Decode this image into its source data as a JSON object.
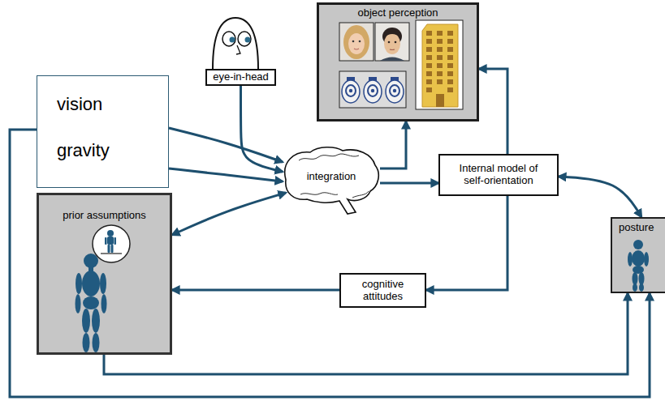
{
  "diagram": {
    "nodes": [
      {
        "text": [
          "vision",
          "gravity"
        ]
      },
      {
        "text": [
          "eye-in-head"
        ]
      },
      {
        "text": [
          "object perception"
        ]
      },
      {
        "text": [
          "integration"
        ]
      },
      {
        "text": [
          "Internal model of self-orientation"
        ]
      },
      {
        "text": [
          "prior assumptions"
        ]
      },
      {
        "text": [
          "cognitive attitudes"
        ]
      },
      {
        "text": [
          "posture"
        ]
      }
    ],
    "edges": [
      {
        "from": 0,
        "to": 3,
        "arrow": "to"
      },
      {
        "from": 0,
        "to": 3,
        "arrow": "to"
      },
      {
        "from": 1,
        "to": 3,
        "arrow": "to"
      },
      {
        "from": 5,
        "to": 3,
        "arrow": "both"
      },
      {
        "from": 3,
        "to": 2,
        "arrow": "to"
      },
      {
        "from": 3,
        "to": 4,
        "arrow": "to"
      },
      {
        "from": 4,
        "to": 2,
        "arrow": "to"
      },
      {
        "from": 4,
        "to": 6,
        "arrow": "to"
      },
      {
        "from": 6,
        "to": 5,
        "arrow": "to"
      },
      {
        "from": 4,
        "to": 7,
        "arrow": "both"
      },
      {
        "from": 5,
        "to": 7,
        "arrow": "to"
      },
      {
        "from": 0,
        "to": 7,
        "arrow": "to"
      }
    ]
  }
}
